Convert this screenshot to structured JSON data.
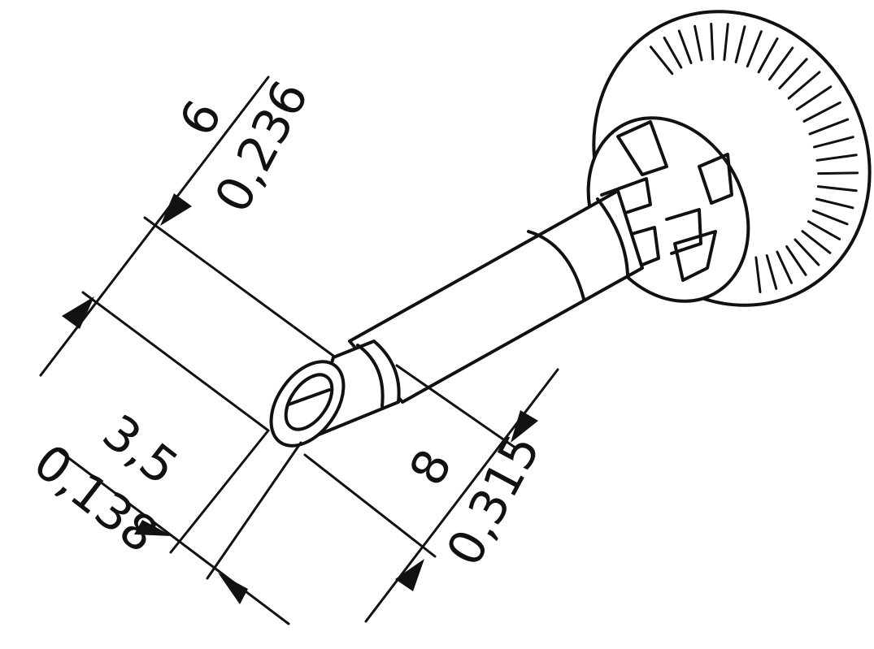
{
  "dimensions": {
    "length": {
      "mm": "6",
      "inch": "0,236"
    },
    "tip_width": {
      "mm": "3,5",
      "inch": "0,138"
    },
    "shank_diameter": {
      "mm": "8",
      "inch": "0,315"
    }
  },
  "colors": {
    "stroke": "#111111",
    "background": "#ffffff"
  }
}
